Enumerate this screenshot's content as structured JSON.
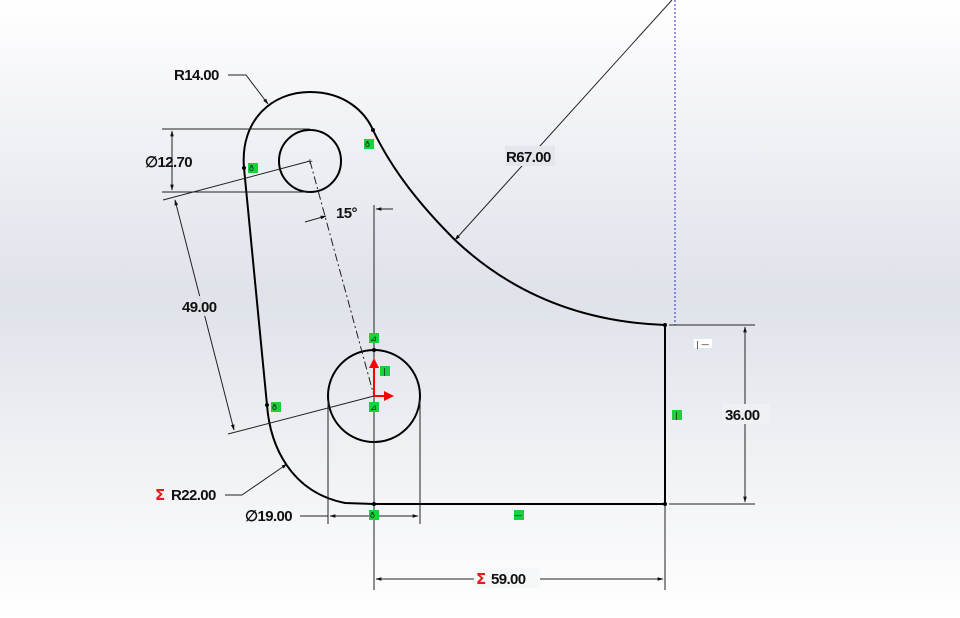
{
  "sketch": {
    "background": {
      "top": "#ffffff",
      "mid": "#dfe2ea",
      "bottom": "#ffffff"
    },
    "geometry_color": "#000000",
    "relation_color": "#19d23a",
    "origin_color": "#ff0000",
    "construction_line_color": "#2b2bd6"
  },
  "dimensions": {
    "r14": {
      "label": "R14.00"
    },
    "d12_70": {
      "symbol": "∅",
      "label": "12.70"
    },
    "angle15": {
      "label": "15°"
    },
    "r67": {
      "label": "R67.00"
    },
    "len49": {
      "label": "49.00"
    },
    "h36": {
      "label": "36.00"
    },
    "r22": {
      "sigma": "Σ",
      "label": "R22.00"
    },
    "d19": {
      "symbol": "∅",
      "label": "19.00"
    },
    "w59": {
      "sigma": "Σ",
      "label": "59.00"
    }
  },
  "relations": {
    "tangent": "ð",
    "vertical": "|",
    "horizontal": "—",
    "coincident": "⊿",
    "vertical_horizontal": "| —"
  }
}
